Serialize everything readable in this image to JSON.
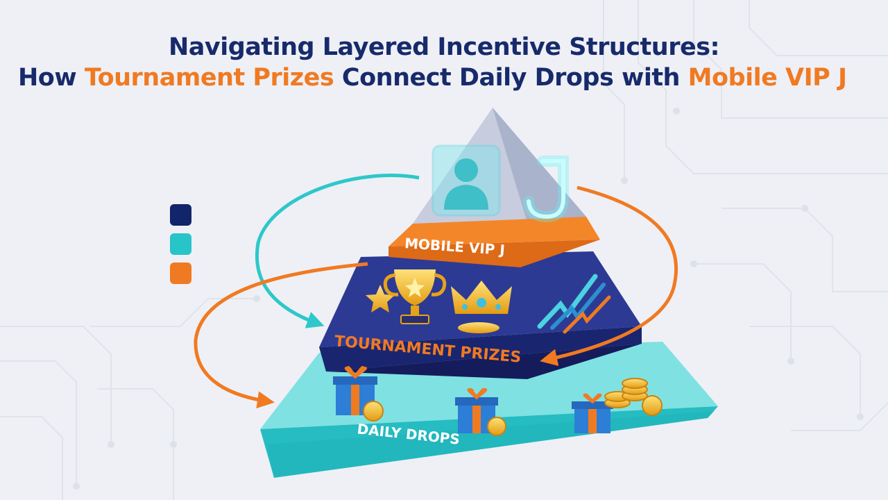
{
  "title": {
    "line1": "Navigating Layered Incentive Structures:",
    "line2_prefix": "How ",
    "line2_accent1": "Tournament Prizes",
    "line2_middle": " Connect Daily Drops with ",
    "line2_accent2": "Mobile VIP J"
  },
  "tiers": {
    "top": {
      "label": "MOBILE VIP J",
      "icons": [
        "vip-user-icon",
        "neon-j-icon"
      ]
    },
    "middle": {
      "label": "TOURNAMENT PRIZES",
      "icons": [
        "star-icon",
        "trophy-icon",
        "crown-icon",
        "growth-arrows-icon"
      ]
    },
    "bottom": {
      "label": "DAILY DROPS",
      "icons": [
        "gift-box-icon",
        "gold-coin-icon"
      ]
    }
  },
  "legend": [
    {
      "color": "#12246a"
    },
    {
      "color": "#27c4c8"
    },
    {
      "color": "#f07a22"
    }
  ],
  "colors": {
    "navy": "#172a6b",
    "orange": "#f07a22",
    "teal": "#2ec7cb",
    "background": "#eef0f5"
  }
}
